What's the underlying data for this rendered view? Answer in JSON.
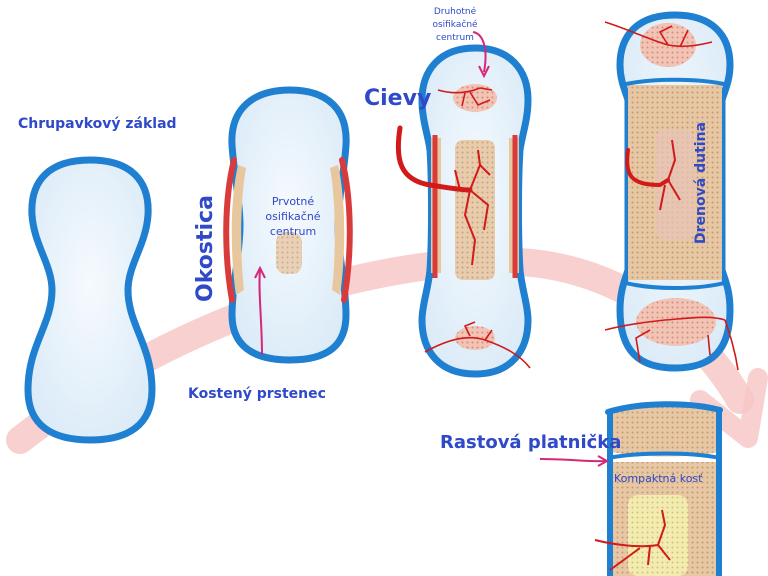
{
  "labels": {
    "cartilage_base": "Chrupavkový základ",
    "periosteum": "Okostica",
    "primary_center": [
      "Prvotné",
      "osifikačné",
      "centrum"
    ],
    "bone_collar": "Kostený prstenec",
    "vessels": "Cievy",
    "secondary_center": [
      "Druhotné",
      "osifikačné",
      "centrum"
    ],
    "marrow_cavity": "Drenová dutina",
    "growth_plate": "Rastová platnička",
    "compact_bone": "Kompaktná kosť"
  },
  "colors": {
    "label_blue": "#2f49c8",
    "outline_blue": "#1f7fd0",
    "cartilage": "#e6f1fa",
    "bone_tan": "#e2bf9a",
    "vessel_red": "#d11a1a",
    "arrow_pink": "#f7c4c4",
    "pointer_magenta": "#d6287a"
  }
}
